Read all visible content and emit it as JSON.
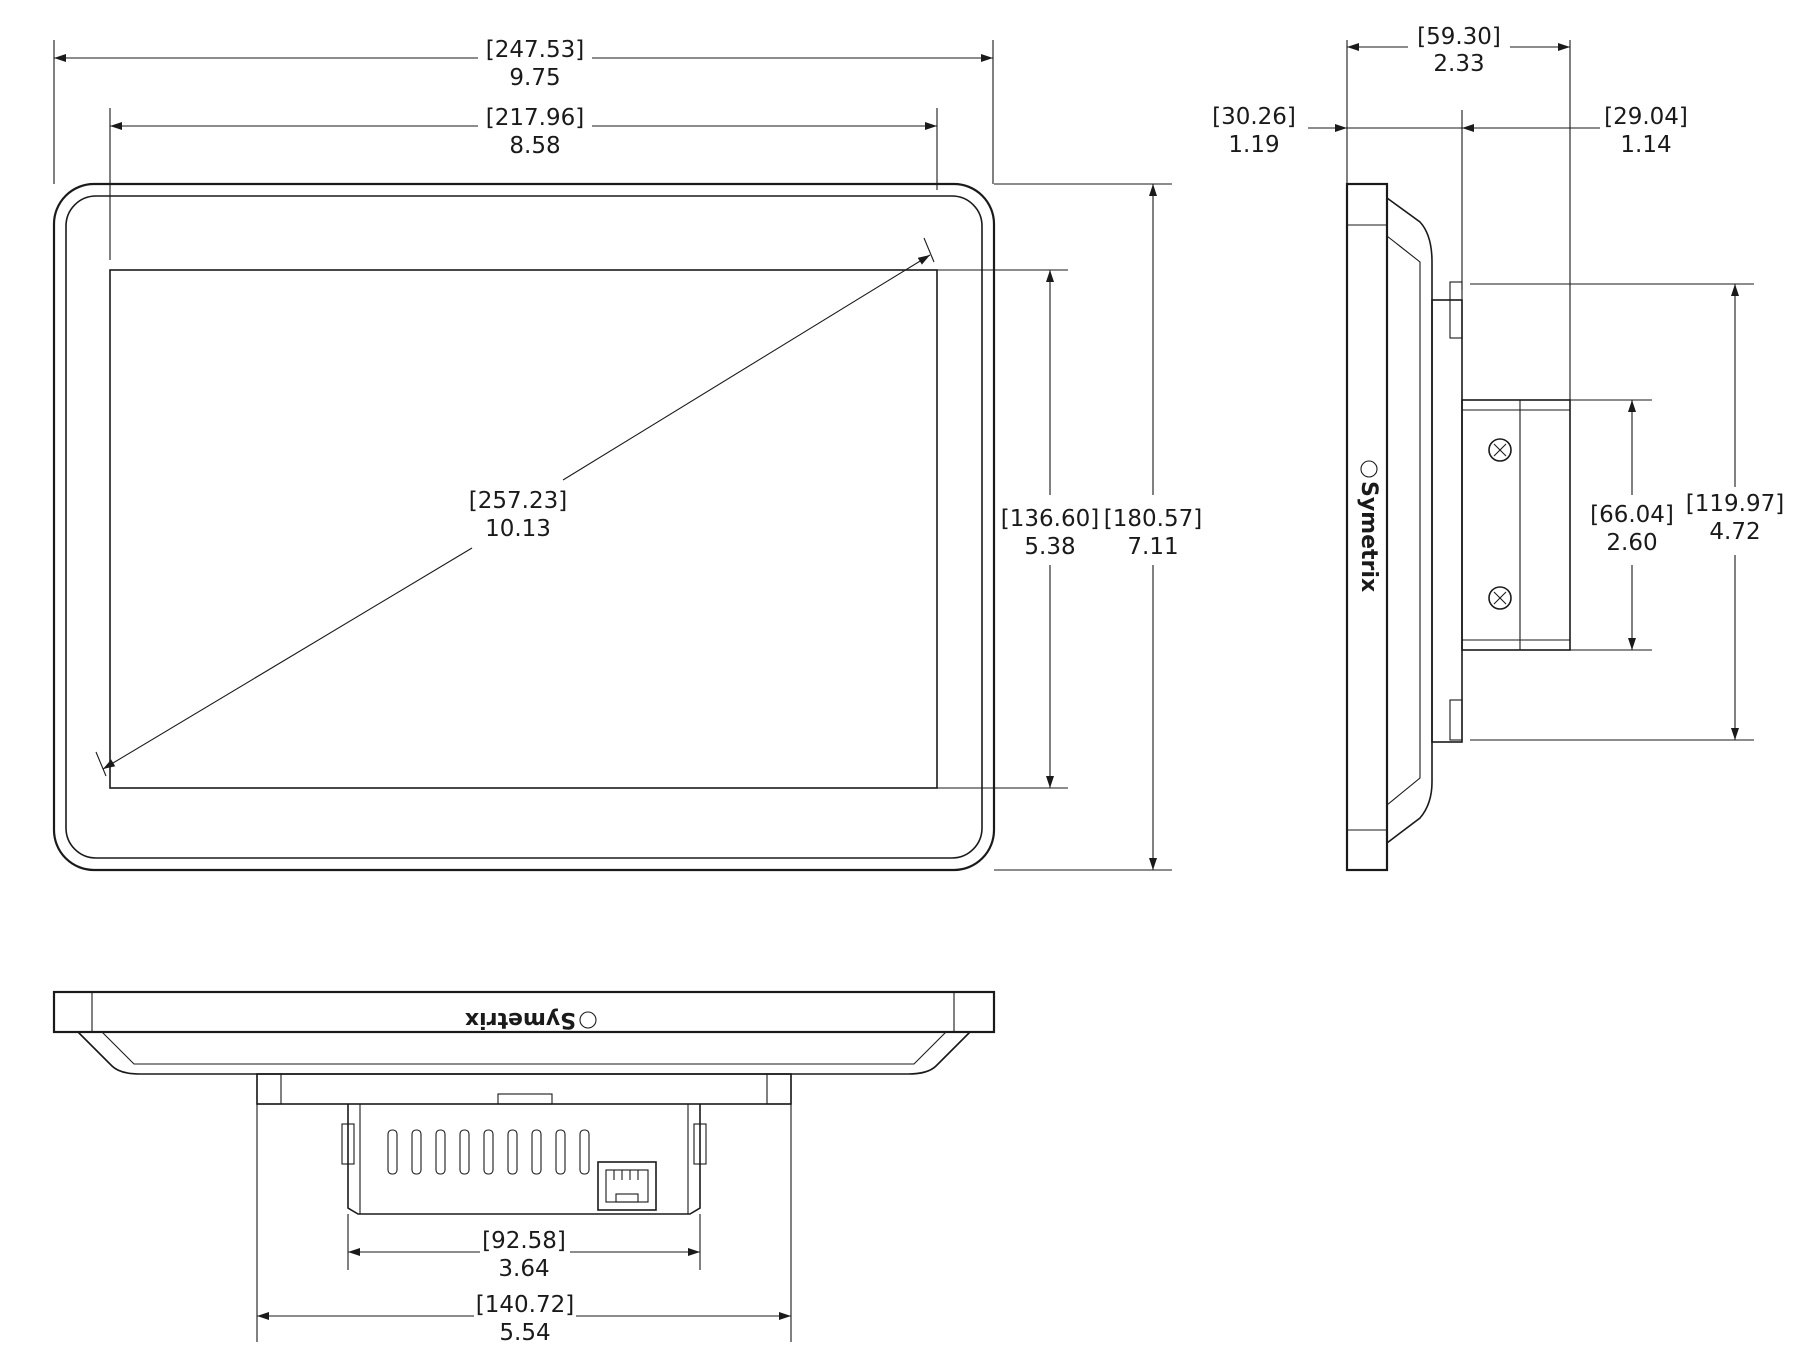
{
  "brand": "Symetrix",
  "front_view": {
    "overall_width": {
      "mm": "247.53",
      "in": "9.75"
    },
    "display_width": {
      "mm": "217.96",
      "in": "8.58"
    },
    "diagonal": {
      "mm": "257.23",
      "in": "10.13"
    },
    "display_height": {
      "mm": "136.60",
      "in": "5.38"
    },
    "overall_height": {
      "mm": "180.57",
      "in": "7.11"
    }
  },
  "side_view": {
    "overall_depth": {
      "mm": "59.30",
      "in": "2.33"
    },
    "front_depth": {
      "mm": "30.26",
      "in": "1.19"
    },
    "rear_depth": {
      "mm": "29.04",
      "in": "1.14"
    },
    "bracket_height": {
      "mm": "66.04",
      "in": "2.60"
    },
    "housing_height": {
      "mm": "119.97",
      "in": "4.72"
    }
  },
  "bottom_view": {
    "bracket_width": {
      "mm": "92.58",
      "in": "3.64"
    },
    "housing_width": {
      "mm": "140.72",
      "in": "5.54"
    }
  }
}
